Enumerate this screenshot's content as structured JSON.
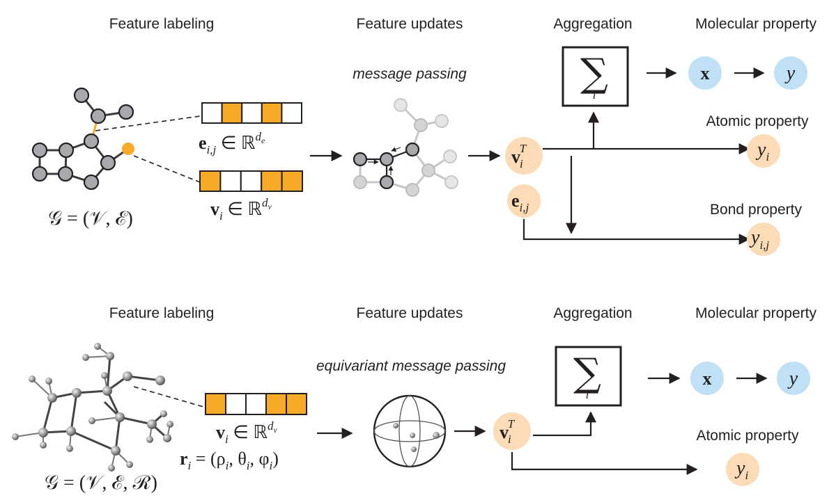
{
  "top": {
    "headers": {
      "feature_labeling": "Feature labeling",
      "feature_updates": "Feature updates",
      "aggregation": "Aggregation",
      "molecular_property": "Molecular property"
    },
    "message_passing": "message passing",
    "graph_eq": "𝒢 = (𝒱, ℰ)",
    "edge_vector": {
      "pattern": [
        0,
        1,
        0,
        1,
        0
      ],
      "base": "e",
      "sub": "i,j",
      "rel": " ∈ ℝ",
      "sup": "d",
      "supsub": "e"
    },
    "node_vector": {
      "pattern": [
        1,
        0,
        0,
        1,
        1
      ],
      "base": "v",
      "sub": "i",
      "rel": " ∈ ℝ",
      "sup": "d",
      "supsub": "v"
    },
    "node_feature": {
      "base": "v",
      "sub": "i",
      "sup": "T"
    },
    "edge_feature": {
      "base": "e",
      "sub": "i,j"
    },
    "sum_symbol": "∑",
    "sum_index": "i",
    "mol_x": "x",
    "mol_y": "y",
    "atomic_label": "Atomic property",
    "atomic_y": {
      "base": "y",
      "sub": "i"
    },
    "bond_label": "Bond property",
    "bond_y": {
      "base": "y",
      "sub": "i,j"
    }
  },
  "bottom": {
    "headers": {
      "feature_labeling": "Feature labeling",
      "feature_updates": "Feature updates",
      "aggregation": "Aggregation",
      "molecular_property": "Molecular property"
    },
    "message_passing": "equivariant message passing",
    "graph_eq": "𝒢 = (𝒱, ℰ, ℛ)",
    "node_vector": {
      "pattern": [
        1,
        0,
        0,
        1,
        1
      ],
      "base": "v",
      "sub": "i",
      "rel": " ∈ ℝ",
      "sup": "d",
      "supsub": "v"
    },
    "position_eq": {
      "base": "r",
      "sub": "i",
      "rest": " = (ρ",
      "s1": "i",
      "c1": ", θ",
      "s2": "i",
      "c2": ", φ",
      "s3": "i",
      "end": ")"
    },
    "node_feature": {
      "base": "v",
      "sub": "i",
      "sup": "T"
    },
    "sum_symbol": "∑",
    "sum_index": "i",
    "mol_x": "x",
    "mol_y": "y",
    "atomic_label": "Atomic property",
    "atomic_y": {
      "base": "y",
      "sub": "i"
    }
  },
  "colors": {
    "feature_on": "#f7a928",
    "feature_node": "#fbdcb6",
    "molecular_node": "#bfe0f5",
    "atom_gray": "#a7a9ac"
  }
}
